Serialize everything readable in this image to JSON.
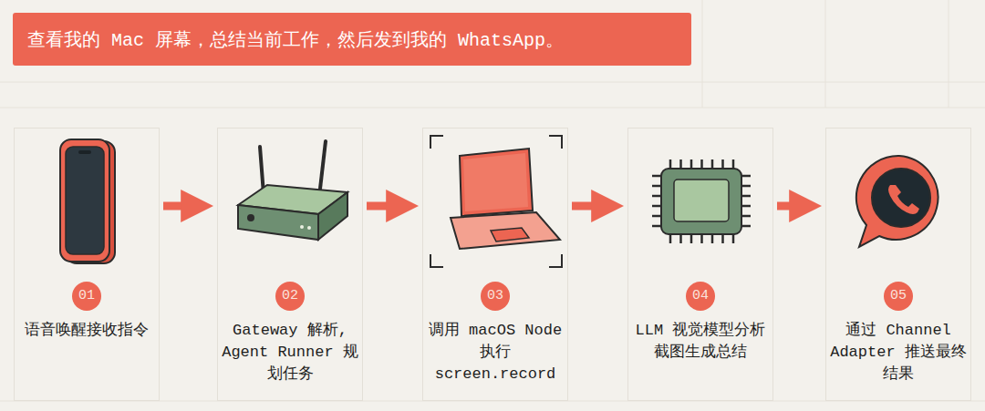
{
  "diagram": {
    "nodes": [
      {
        "text": [
          "查看我的 Mac 屏幕，总结当前工作，然后发到我的 WhatsApp。"
        ]
      },
      {
        "text": [
          "01",
          "语音唤醒接收指令"
        ]
      },
      {
        "text": [
          "02",
          "Gateway 解析, Agent Runner 规划任务"
        ]
      },
      {
        "text": [
          "03",
          "调用 macOS Node 执行 screen.record"
        ]
      },
      {
        "text": [
          "04",
          "LLM 视觉模型分析截图生成总结"
        ]
      },
      {
        "text": [
          "05",
          "通过 Channel Adapter 推送最终结果"
        ]
      }
    ],
    "edges": [
      {
        "from": 1,
        "to": 2,
        "arrow": "to"
      },
      {
        "from": 2,
        "to": 3,
        "arrow": "to"
      },
      {
        "from": 3,
        "to": 4,
        "arrow": "to"
      },
      {
        "from": 4,
        "to": 5,
        "arrow": "to"
      }
    ]
  }
}
